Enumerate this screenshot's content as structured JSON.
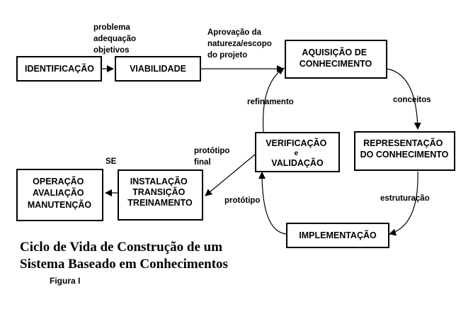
{
  "boxes": {
    "identificacao": [
      "IDENTIFICAÇÃO"
    ],
    "viabilidade": [
      "VIABILIDADE"
    ],
    "aquisicao": [
      "AQUISIÇÃO  DE",
      "CONHECIMENTO"
    ],
    "representacao": [
      "REPRESENTAÇÃO",
      "DO CONHECIMENTO"
    ],
    "verificacao": [
      "VERIFICAÇÃO",
      "e",
      "VALIDAÇÃO"
    ],
    "implementacao": [
      "IMPLEMENTAÇÃO"
    ],
    "instalacao": [
      "INSTALAÇÃO",
      "TRANSIÇÃO",
      "TREINAMENTO"
    ],
    "operacao": [
      "OPERAÇÃO",
      "AVALIAÇÃO",
      "MANUTENÇÃO"
    ]
  },
  "labels": {
    "problema": [
      "problema",
      "adequação",
      "objetivos"
    ],
    "aprovacao": [
      "Aprovação da",
      "natureza/escopo",
      "do projeto"
    ],
    "conceitos": "conceitos",
    "refinamento": "refinamento",
    "estruturacao": "estruturação",
    "prototipo": "protótipo",
    "prototipo_final": [
      "protótipo",
      "final"
    ],
    "se": "SE"
  },
  "caption": {
    "line1": "Ciclo de Vida de Construção de um",
    "line2": "Sistema Baseado em Conhecimentos",
    "figure": "Figura I"
  }
}
